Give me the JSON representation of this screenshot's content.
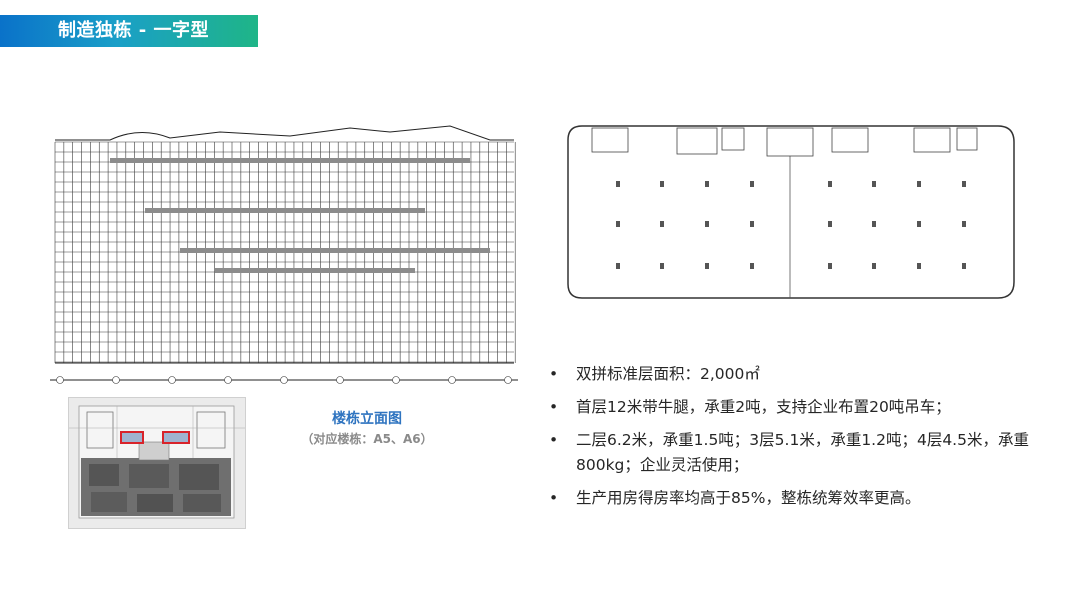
{
  "header": {
    "title": "制造独栋 - 一字型"
  },
  "elevation_drawing": {
    "icon": "building-elevation-drawing"
  },
  "site_plan": {
    "icon": "site-plan-map"
  },
  "floor_plan": {
    "icon": "floor-plan-drawing"
  },
  "caption": {
    "title": "楼栋立面图",
    "subtitle": "（对应楼栋：A5、A6）"
  },
  "bullets": [
    "双拼标准层面积：2,000㎡",
    "首层12米带牛腿，承重2吨，支持企业布置20吨吊车；",
    "二层6.2米，承重1.5吨；3层5.1米，承重1.2吨；4层4.5米，承重800kg；企业灵活使用；",
    "生产用房得房率均高于85%，整栋统筹效率更高。"
  ],
  "colors": {
    "title_gradient_start": "#0a72c9",
    "title_gradient_end": "#1fb587",
    "caption_blue": "#2f74c0",
    "highlight_red": "#d8232a"
  }
}
